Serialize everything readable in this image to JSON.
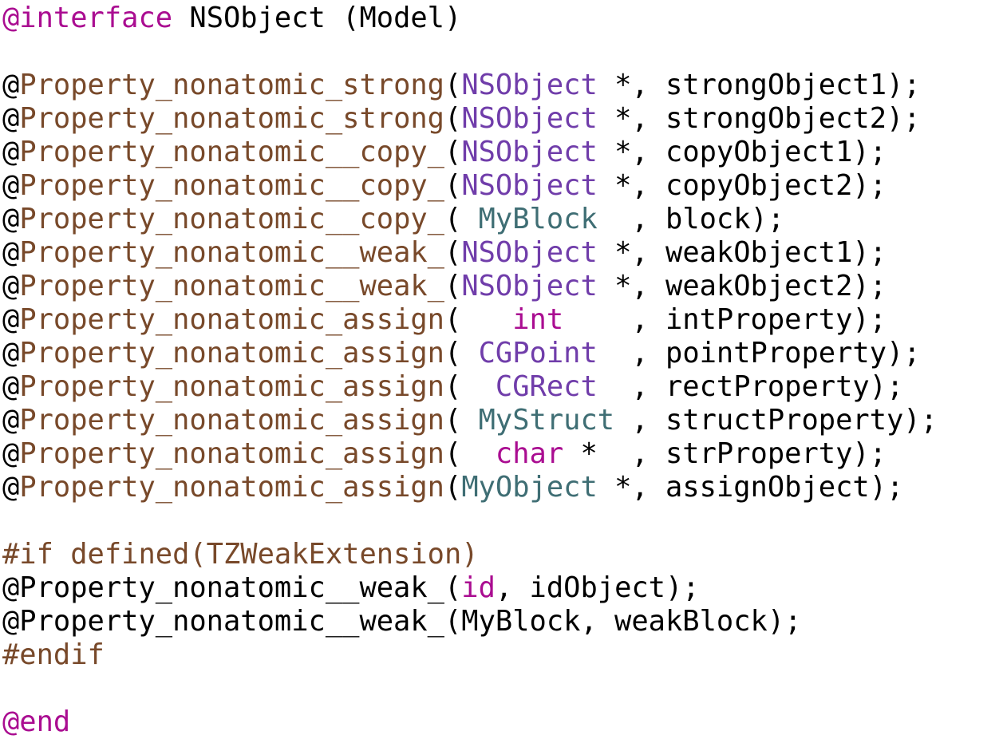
{
  "colors": {
    "keyword": "#AA0D91",
    "macro": "#78492A",
    "class": "#703DAA",
    "project_type": "#3F6E74",
    "plain": "#000000"
  },
  "lines": [
    [
      [
        "@interface",
        "kw"
      ],
      [
        " NSObject (Model)",
        "plain"
      ]
    ],
    [],
    [
      [
        "@",
        "plain"
      ],
      [
        "Property_nonatomic_strong",
        "macro"
      ],
      [
        "(",
        "plain"
      ],
      [
        "NSObject",
        "cls"
      ],
      [
        " *, strongObject1);",
        "plain"
      ]
    ],
    [
      [
        "@",
        "plain"
      ],
      [
        "Property_nonatomic_strong",
        "macro"
      ],
      [
        "(",
        "plain"
      ],
      [
        "NSObject",
        "cls"
      ],
      [
        " *, strongObject2);",
        "plain"
      ]
    ],
    [
      [
        "@",
        "plain"
      ],
      [
        "Property_nonatomic__copy_",
        "macro"
      ],
      [
        "(",
        "plain"
      ],
      [
        "NSObject",
        "cls"
      ],
      [
        " *, copyObject1);",
        "plain"
      ]
    ],
    [
      [
        "@",
        "plain"
      ],
      [
        "Property_nonatomic__copy_",
        "macro"
      ],
      [
        "(",
        "plain"
      ],
      [
        "NSObject",
        "cls"
      ],
      [
        " *, copyObject2);",
        "plain"
      ]
    ],
    [
      [
        "@",
        "plain"
      ],
      [
        "Property_nonatomic__copy_",
        "macro"
      ],
      [
        "( ",
        "plain"
      ],
      [
        "MyBlock",
        "proj"
      ],
      [
        "  , block);",
        "plain"
      ]
    ],
    [
      [
        "@",
        "plain"
      ],
      [
        "Property_nonatomic__weak_",
        "macro"
      ],
      [
        "(",
        "plain"
      ],
      [
        "NSObject",
        "cls"
      ],
      [
        " *, weakObject1);",
        "plain"
      ]
    ],
    [
      [
        "@",
        "plain"
      ],
      [
        "Property_nonatomic__weak_",
        "macro"
      ],
      [
        "(",
        "plain"
      ],
      [
        "NSObject",
        "cls"
      ],
      [
        " *, weakObject2);",
        "plain"
      ]
    ],
    [
      [
        "@",
        "plain"
      ],
      [
        "Property_nonatomic_assign",
        "macro"
      ],
      [
        "(   ",
        "plain"
      ],
      [
        "int",
        "kw"
      ],
      [
        "    , intProperty);",
        "plain"
      ]
    ],
    [
      [
        "@",
        "plain"
      ],
      [
        "Property_nonatomic_assign",
        "macro"
      ],
      [
        "( ",
        "plain"
      ],
      [
        "CGPoint",
        "cls"
      ],
      [
        "  , pointProperty);",
        "plain"
      ]
    ],
    [
      [
        "@",
        "plain"
      ],
      [
        "Property_nonatomic_assign",
        "macro"
      ],
      [
        "(  ",
        "plain"
      ],
      [
        "CGRect",
        "cls"
      ],
      [
        "  , rectProperty);",
        "plain"
      ]
    ],
    [
      [
        "@",
        "plain"
      ],
      [
        "Property_nonatomic_assign",
        "macro"
      ],
      [
        "( ",
        "plain"
      ],
      [
        "MyStruct",
        "proj"
      ],
      [
        " , structProperty);",
        "plain"
      ]
    ],
    [
      [
        "@",
        "plain"
      ],
      [
        "Property_nonatomic_assign",
        "macro"
      ],
      [
        "(  ",
        "plain"
      ],
      [
        "char",
        "kw"
      ],
      [
        " *  , strProperty);",
        "plain"
      ]
    ],
    [
      [
        "@",
        "plain"
      ],
      [
        "Property_nonatomic_assign",
        "macro"
      ],
      [
        "(",
        "plain"
      ],
      [
        "MyObject",
        "proj"
      ],
      [
        " *, assignObject);",
        "plain"
      ]
    ],
    [],
    [
      [
        "#if defined(TZWeakExtension)",
        "macro"
      ]
    ],
    [
      [
        "@Property_nonatomic__weak_(",
        "plain"
      ],
      [
        "id",
        "kw"
      ],
      [
        ", idObject);",
        "plain"
      ]
    ],
    [
      [
        "@Property_nonatomic__weak_(MyBlock, weakBlock);",
        "plain"
      ]
    ],
    [
      [
        "#endif",
        "macro"
      ]
    ],
    [],
    [
      [
        "@end",
        "kw"
      ]
    ]
  ]
}
